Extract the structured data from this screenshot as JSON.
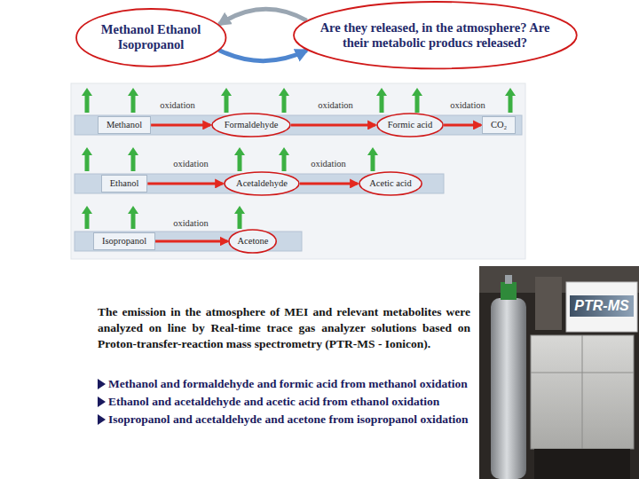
{
  "diagram": {
    "nodes": [
      {
        "text": [
          "Methanol Ethanol Isopropanol"
        ]
      },
      {
        "text": [
          "Are they released, in the atmosphere? Are their metabolic producs released?"
        ]
      },
      {
        "text": [
          "Methanol"
        ]
      },
      {
        "text": [
          "Formaldehyde"
        ]
      },
      {
        "text": [
          "Formic acid"
        ]
      },
      {
        "text": [
          "CO₂"
        ]
      },
      {
        "text": [
          "Ethanol"
        ]
      },
      {
        "text": [
          "Acetaldehyde"
        ]
      },
      {
        "text": [
          "Acetic acid"
        ]
      },
      {
        "text": [
          "Isopropanol"
        ]
      },
      {
        "text": [
          "Acetone"
        ]
      }
    ],
    "edges": [
      {
        "from": 1,
        "to": 0,
        "arrow": "to"
      },
      {
        "from": 0,
        "to": 1,
        "arrow": "to"
      },
      {
        "from": 2,
        "to": 3,
        "arrow": "to"
      },
      {
        "from": 3,
        "to": 4,
        "arrow": "to"
      },
      {
        "from": 4,
        "to": 5,
        "arrow": "to"
      },
      {
        "from": 6,
        "to": 7,
        "arrow": "to"
      },
      {
        "from": 7,
        "to": 8,
        "arrow": "to"
      },
      {
        "from": 9,
        "to": 10,
        "arrow": "to"
      }
    ],
    "labels": [
      "oxidation",
      "oxidation",
      "oxidation",
      "oxidation",
      "oxidation",
      "oxidation",
      "The emission in the atmosphere of MEI and relevant metabolites were analyzed on line by Real-time trace gas analyzer solutions based on Proton-transfer-reaction mass spectrometry (PTR-MS - Ionicon).",
      "Methanol and formaldehyde and formic acid from methanol oxidation",
      "Ethanol and acetaldehyde and acetic acid from ethanol oxidation",
      "Isopropanol and acetaldehyde and acetone from isopropanol oxidation",
      "PTR-MS"
    ]
  }
}
